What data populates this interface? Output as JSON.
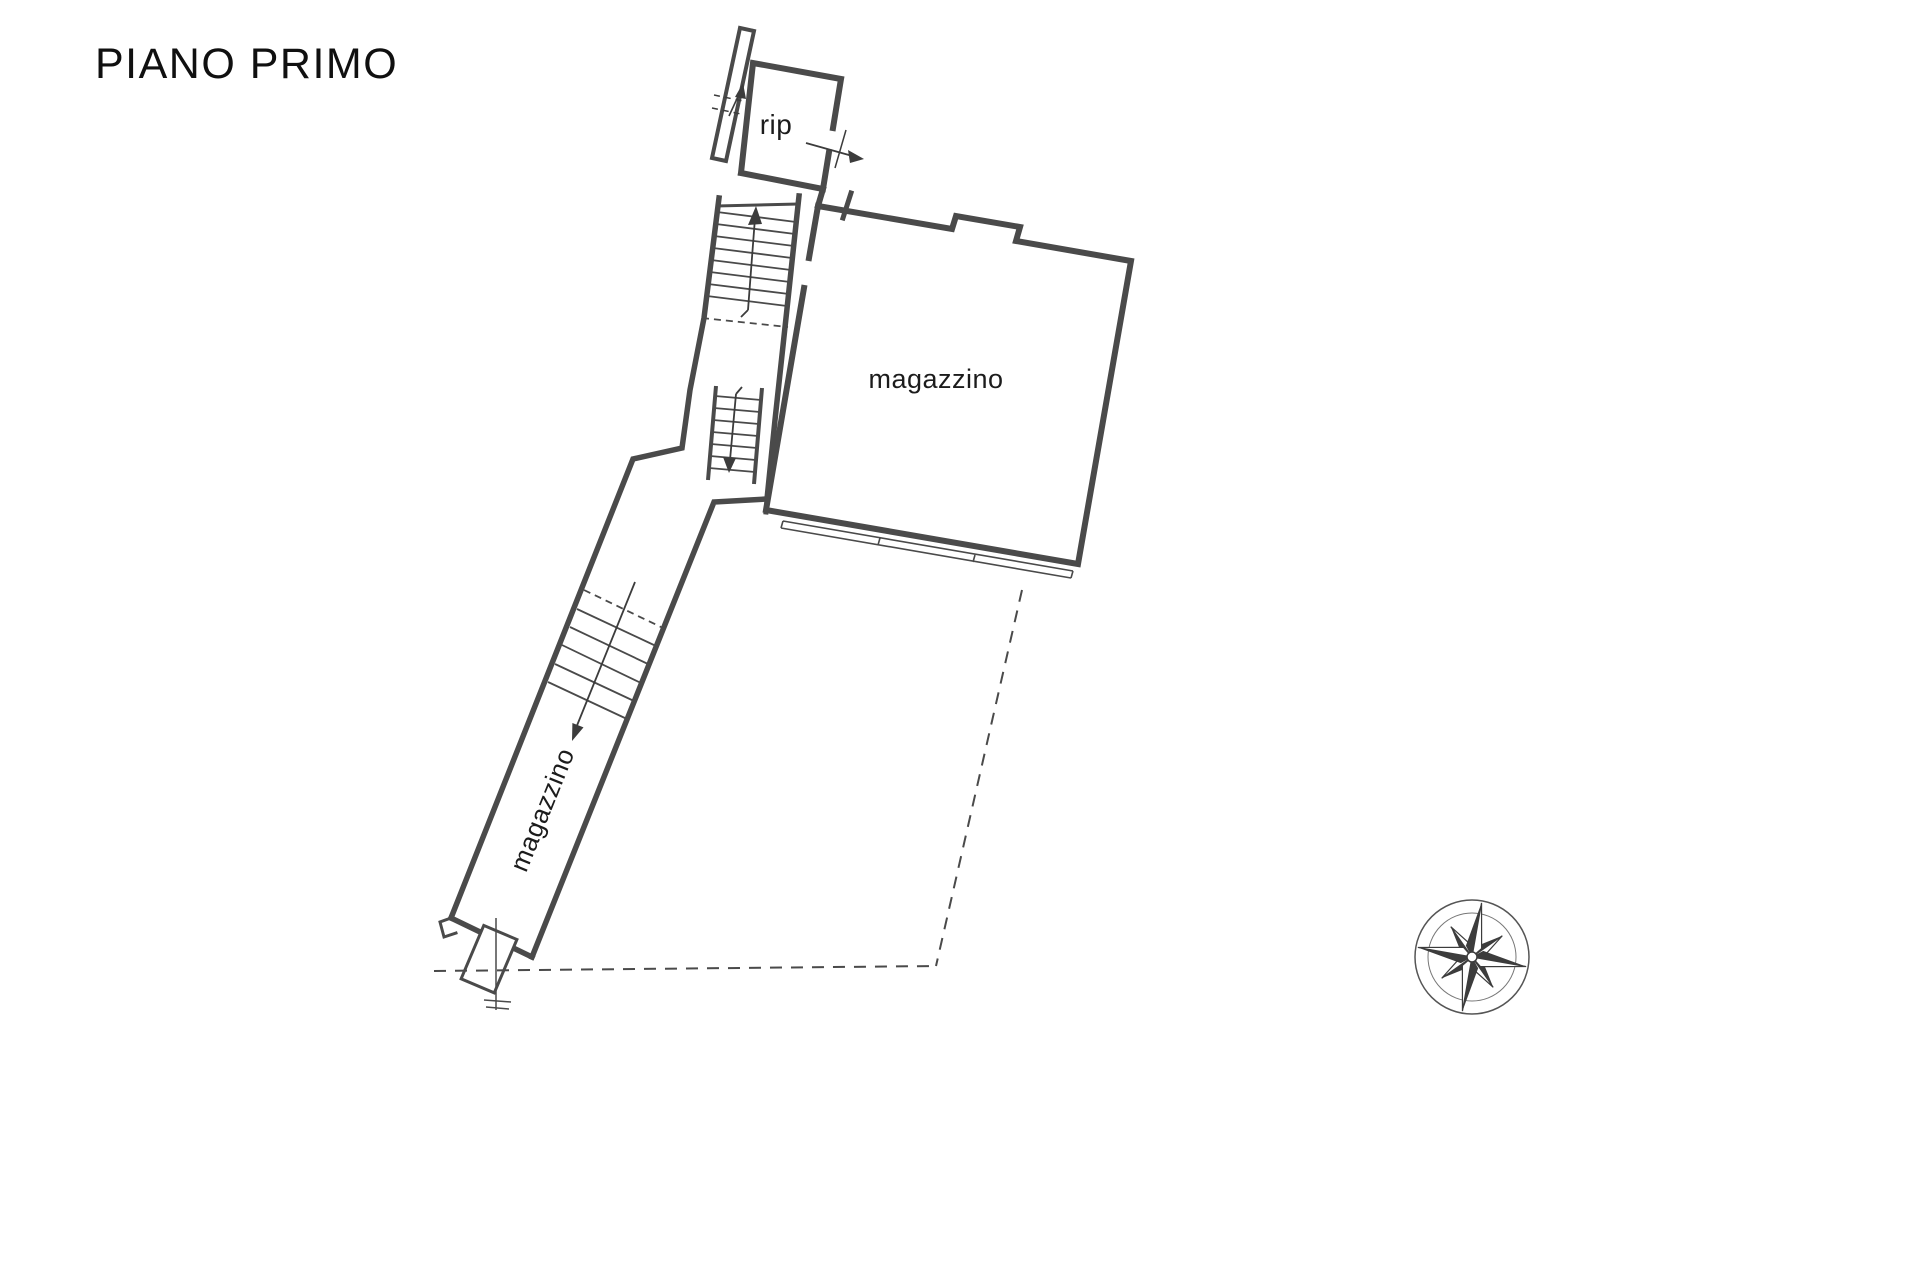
{
  "title": "PIANO PRIMO",
  "plan": {
    "rooms": {
      "rip": "rip",
      "magazzino_large": "magazzino",
      "magazzino_corridor": "magazzino"
    }
  },
  "icons": {
    "compass": "compass-rose"
  },
  "colors": {
    "line": "#4a4a4a",
    "text": "#1c1c1c",
    "background": "#ffffff"
  }
}
